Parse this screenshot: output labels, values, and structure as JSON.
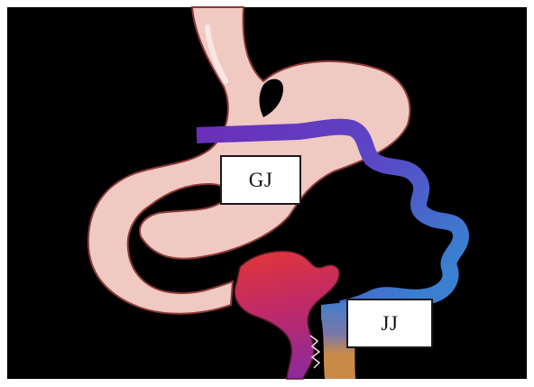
{
  "labels": {
    "gastrojejunostomy": "GJ",
    "jejunojejunostomy": "JJ"
  },
  "colors": {
    "background": "#000000",
    "stomach_fill": "#f1c9c3",
    "stomach_outline": "#8a3a36",
    "roux_limb_start": "#6a2fb8",
    "roux_limb_end": "#3a7fd0",
    "biliopancreatic_limb_start": "#e0353a",
    "biliopancreatic_limb_end": "#8c2a9c",
    "common_channel": "#c98a48"
  },
  "icons": {
    "stomach": "stomach-pouch-shape",
    "roux_limb": "intestine-limb-shape",
    "biliopancreatic_limb": "intestine-limb-shape"
  }
}
